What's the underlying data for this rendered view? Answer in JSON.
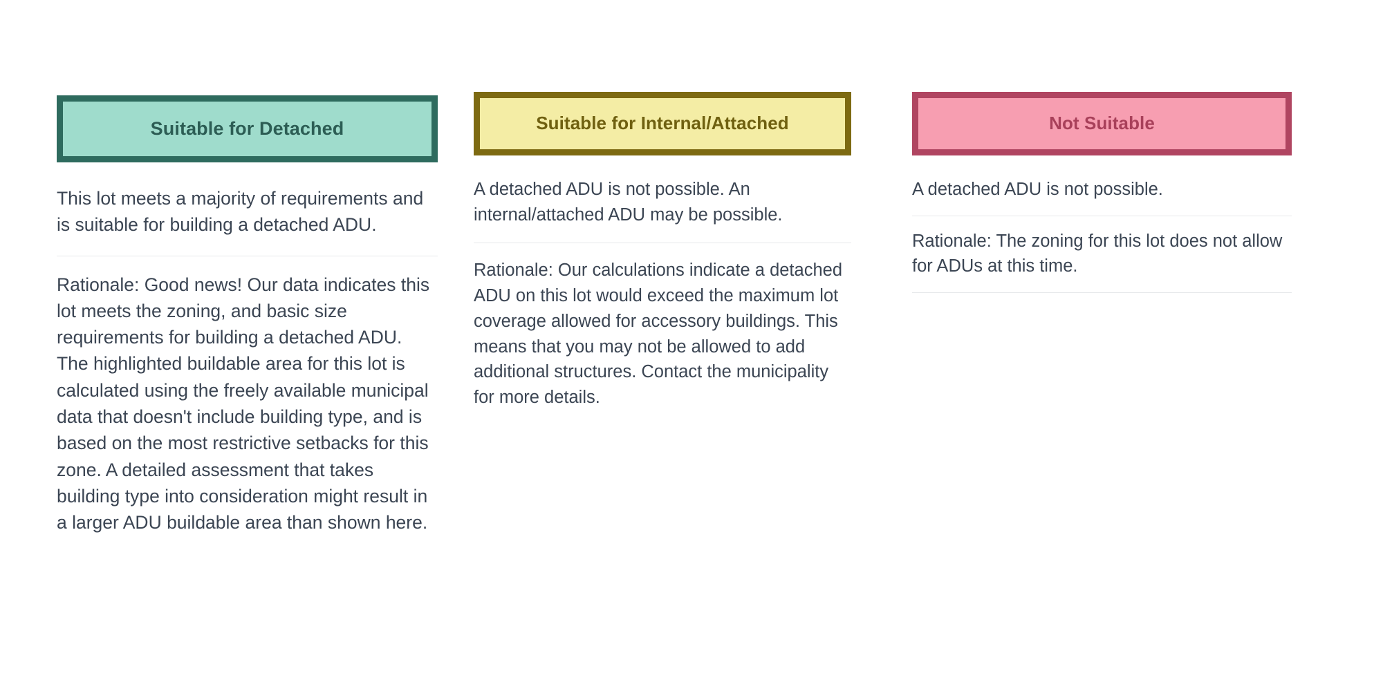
{
  "page": {
    "background_color": "#ffffff",
    "text_color": "#3b4553",
    "divider_color": "#e6e8ea"
  },
  "columns": [
    {
      "key": "suitable-for-detached",
      "banner": {
        "label": "Suitable for Detached",
        "fill_color": "#9fdccc",
        "border_color": "#2e6b5e",
        "text_color": "#2c5d54"
      },
      "summary": "This lot meets a majority of requirements and is suitable for building a detached ADU.",
      "rationale": "Rationale: Good news! Our data indicates this lot meets the zoning, and basic size requirements for building a detached ADU. The highlighted buildable area for this lot is calculated using the freely available municipal data that doesn't include building type, and is based on the most restrictive setbacks for this zone. A detailed assessment that takes building type into consideration might result in a larger ADU buildable area than shown here.",
      "has_trailing_divider": false
    },
    {
      "key": "suitable-for-internal-attached",
      "banner": {
        "label": "Suitable for Internal/Attached",
        "fill_color": "#f4eda5",
        "border_color": "#7d6a12",
        "text_color": "#6f6010"
      },
      "summary": "A detached ADU is not possible. An internal/attached ADU may be possible.",
      "rationale": "Rationale: Our calculations indicate a detached ADU on this lot would exceed the maximum lot coverage allowed for accessory buildings. This means that you may not be allowed to add additional structures. Contact the municipality for more details.",
      "has_trailing_divider": false
    },
    {
      "key": "not-suitable",
      "banner": {
        "label": "Not Suitable",
        "fill_color": "#f79eb1",
        "border_color": "#b04561",
        "text_color": "#a8405a"
      },
      "summary": "A detached ADU is not possible.",
      "rationale": "Rationale: The zoning for this lot does not allow for ADUs at this time.",
      "has_trailing_divider": true
    }
  ]
}
